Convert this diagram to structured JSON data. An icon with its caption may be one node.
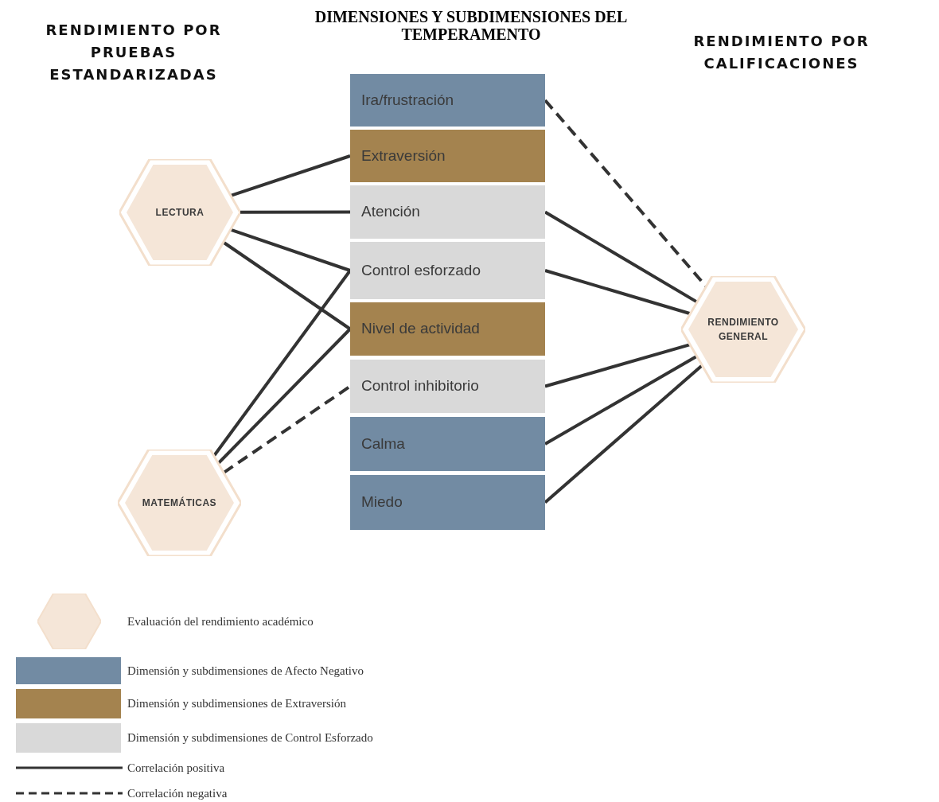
{
  "diagram": {
    "title": "DIMENSIONES Y SUBDIMENSIONES DEL TEMPERAMENTO",
    "nodes": [
      {
        "text": [
          "Ira/frustración"
        ]
      },
      {
        "text": [
          "Extraversión"
        ]
      },
      {
        "text": [
          "Atención"
        ]
      },
      {
        "text": [
          "Control esforzado"
        ]
      },
      {
        "text": [
          "Nivel de actividad"
        ]
      },
      {
        "text": [
          "Control inhibitorio"
        ]
      },
      {
        "text": [
          "Calma"
        ]
      },
      {
        "text": [
          "Miedo"
        ]
      },
      {
        "text": [
          "LECTURA"
        ]
      },
      {
        "text": [
          "MATEMÁTICAS"
        ]
      },
      {
        "text": [
          "RENDIMIENTO GENERAL"
        ]
      }
    ],
    "edges": [
      {
        "from": 8,
        "to": 1,
        "arrow": "none"
      },
      {
        "from": 8,
        "to": 2,
        "arrow": "none"
      },
      {
        "from": 8,
        "to": 3,
        "arrow": "none"
      },
      {
        "from": 8,
        "to": 4,
        "arrow": "none"
      },
      {
        "from": 9,
        "to": 3,
        "arrow": "none"
      },
      {
        "from": 9,
        "to": 4,
        "arrow": "none"
      },
      {
        "from": 9,
        "to": 5,
        "arrow": "none",
        "style": "dashed"
      },
      {
        "from": 0,
        "to": 10,
        "arrow": "none",
        "style": "dashed"
      },
      {
        "from": 2,
        "to": 10,
        "arrow": "none"
      },
      {
        "from": 3,
        "to": 10,
        "arrow": "none"
      },
      {
        "from": 5,
        "to": 10,
        "arrow": "none"
      },
      {
        "from": 6,
        "to": 10,
        "arrow": "none"
      },
      {
        "from": 7,
        "to": 10,
        "arrow": "none"
      }
    ],
    "labels": [
      "RENDIMIENTO POR PRUEBAS ESTANDARIZADAS",
      "RENDIMIENTO POR CALIFICACIONES"
    ],
    "legend": [
      {
        "text": "Evaluación del rendimiento académico",
        "color": "#f5e6d8"
      },
      {
        "text": "Dimensión y subdimensiones de Afecto Negativo",
        "color": "#728ba3"
      },
      {
        "text": "Dimensión y subdimensiones de Extraversión",
        "color": "#a4834f"
      },
      {
        "text": "Dimensión y subdimensiones de Control Esforzado",
        "color": "#d9d9d9"
      },
      {
        "text": "Correlación positiva"
      },
      {
        "text": "Correlación negativa"
      }
    ]
  }
}
